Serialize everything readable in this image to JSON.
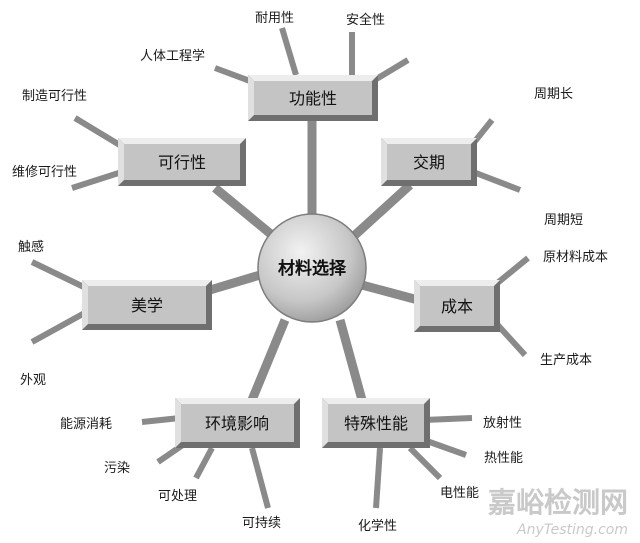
{
  "center": {
    "label": "材料选择"
  },
  "categories": {
    "functionality": {
      "label": "功能性",
      "leaves": [
        "人体工程学",
        "耐用性",
        "安全性"
      ]
    },
    "feasibility": {
      "label": "可行性",
      "leaves": [
        "制造可行性",
        "维修可行性"
      ]
    },
    "delivery": {
      "label": "交期",
      "leaves": [
        "周期长",
        "周期短"
      ]
    },
    "aesthetics": {
      "label": "美学",
      "leaves": [
        "触感",
        "外观"
      ]
    },
    "cost": {
      "label": "成本",
      "leaves": [
        "原材料成本",
        "生产成本"
      ]
    },
    "environment": {
      "label": "环境影响",
      "leaves": [
        "能源消耗",
        "污染",
        "可处理",
        "可持续"
      ]
    },
    "special": {
      "label": "特殊性能",
      "leaves": [
        "放射性",
        "热性能",
        "电性能",
        "化学性"
      ]
    }
  },
  "watermark": {
    "cn": "嘉峪检测网",
    "en": "AnyTesting.com"
  },
  "colors": {
    "line": "#8a8a8a",
    "box": "#c4c4c4",
    "box_dark": "#6f6f6f",
    "box_light": "#ededed",
    "watermark": "#c9c9c9"
  }
}
